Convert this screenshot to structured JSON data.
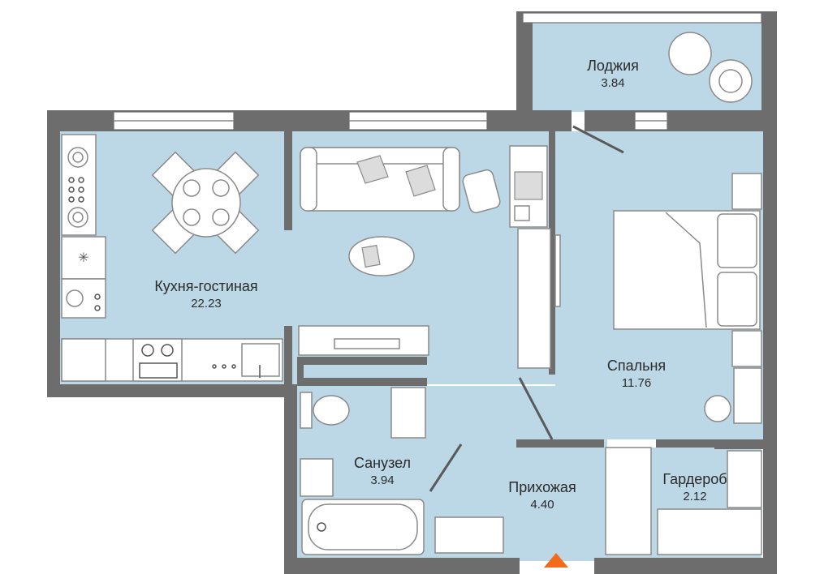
{
  "rooms": [
    {
      "id": "kitchen",
      "name": "Кухня-гостиная",
      "area": "22.23"
    },
    {
      "id": "loggia",
      "name": "Лоджия",
      "area": "3.84"
    },
    {
      "id": "bedroom",
      "name": "Спальня",
      "area": "11.76"
    },
    {
      "id": "bathroom",
      "name": "Санузел",
      "area": "3.94"
    },
    {
      "id": "hallway",
      "name": "Прихожая",
      "area": "4.40"
    },
    {
      "id": "wardrobe",
      "name": "Гардероб",
      "area": "2.12"
    }
  ],
  "colors": {
    "floor": "#bcd8e6",
    "wall": "#6d6d6d",
    "entrance_marker": "#f26a1b"
  },
  "icons": [
    "entrance-arrow-icon",
    "dining-table-icon",
    "sofa-icon",
    "bed-icon",
    "toilet-icon",
    "bathtub-icon",
    "stove-icon",
    "sink-icon",
    "desk-icon",
    "armchair-icon"
  ]
}
